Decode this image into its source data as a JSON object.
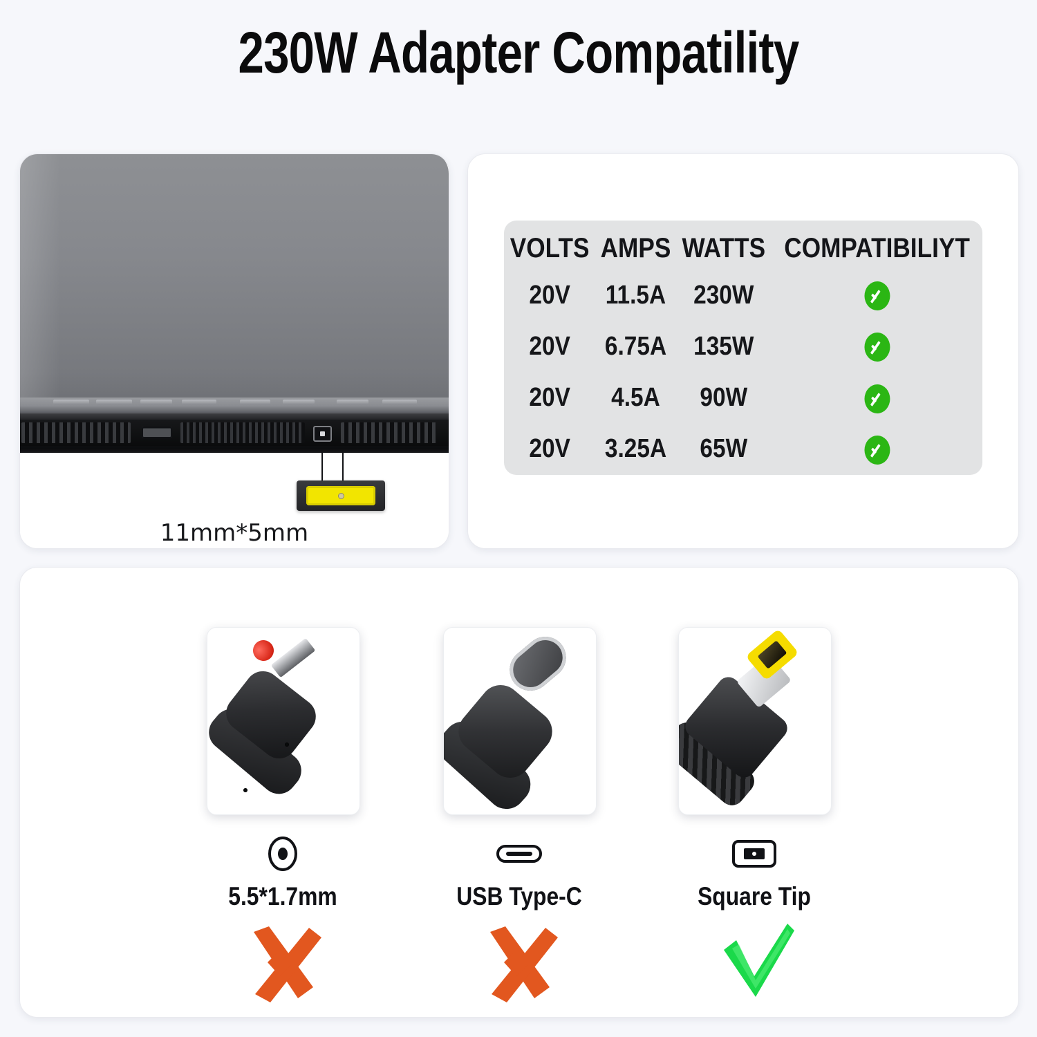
{
  "title": "230W Adapter Compatility",
  "laptop_panel": {
    "name": "laptop-rear-port-panel",
    "connector_size_label": "11mm*5mm",
    "port_callout": "power-jack",
    "ports": [
      "vent",
      "hdmi-port",
      "power-jack",
      "vent"
    ]
  },
  "spec_table": {
    "headers": [
      "VOLTS",
      "AMPS",
      "WATTS",
      "COMPATIBILIYT"
    ],
    "rows": [
      {
        "volts": "20V",
        "amps": "11.5A",
        "watts": "230W",
        "compatible": true
      },
      {
        "volts": "20V",
        "amps": "6.75A",
        "watts": "135W",
        "compatible": true
      },
      {
        "volts": "20V",
        "amps": "4.5A",
        "watts": "90W",
        "compatible": true
      },
      {
        "volts": "20V",
        "amps": "3.25A",
        "watts": "65W",
        "compatible": true
      }
    ]
  },
  "tips": [
    {
      "label": "5.5*1.7mm",
      "icon": "barrel-jack-icon",
      "connector": "barrel-connector-red-tip",
      "verdict": "x",
      "verdict_name": "incompatible-x-mark"
    },
    {
      "label": "USB Type-C",
      "icon": "usb-c-icon",
      "connector": "usb-type-c-connector",
      "verdict": "x",
      "verdict_name": "incompatible-x-mark"
    },
    {
      "label": "Square Tip",
      "icon": "square-tip-icon",
      "connector": "square-tip-connector-yellow",
      "verdict": "check",
      "verdict_name": "compatible-check-mark"
    }
  ],
  "colors": {
    "background": "#f6f7fb",
    "panel": "#ffffff",
    "table_card": "#e2e3e4",
    "check_green": "#2bb614",
    "verdict_green": "#1ad94a",
    "verdict_orange": "#e2571f",
    "tip_yellow": "#f5dc00",
    "text": "#111216"
  }
}
